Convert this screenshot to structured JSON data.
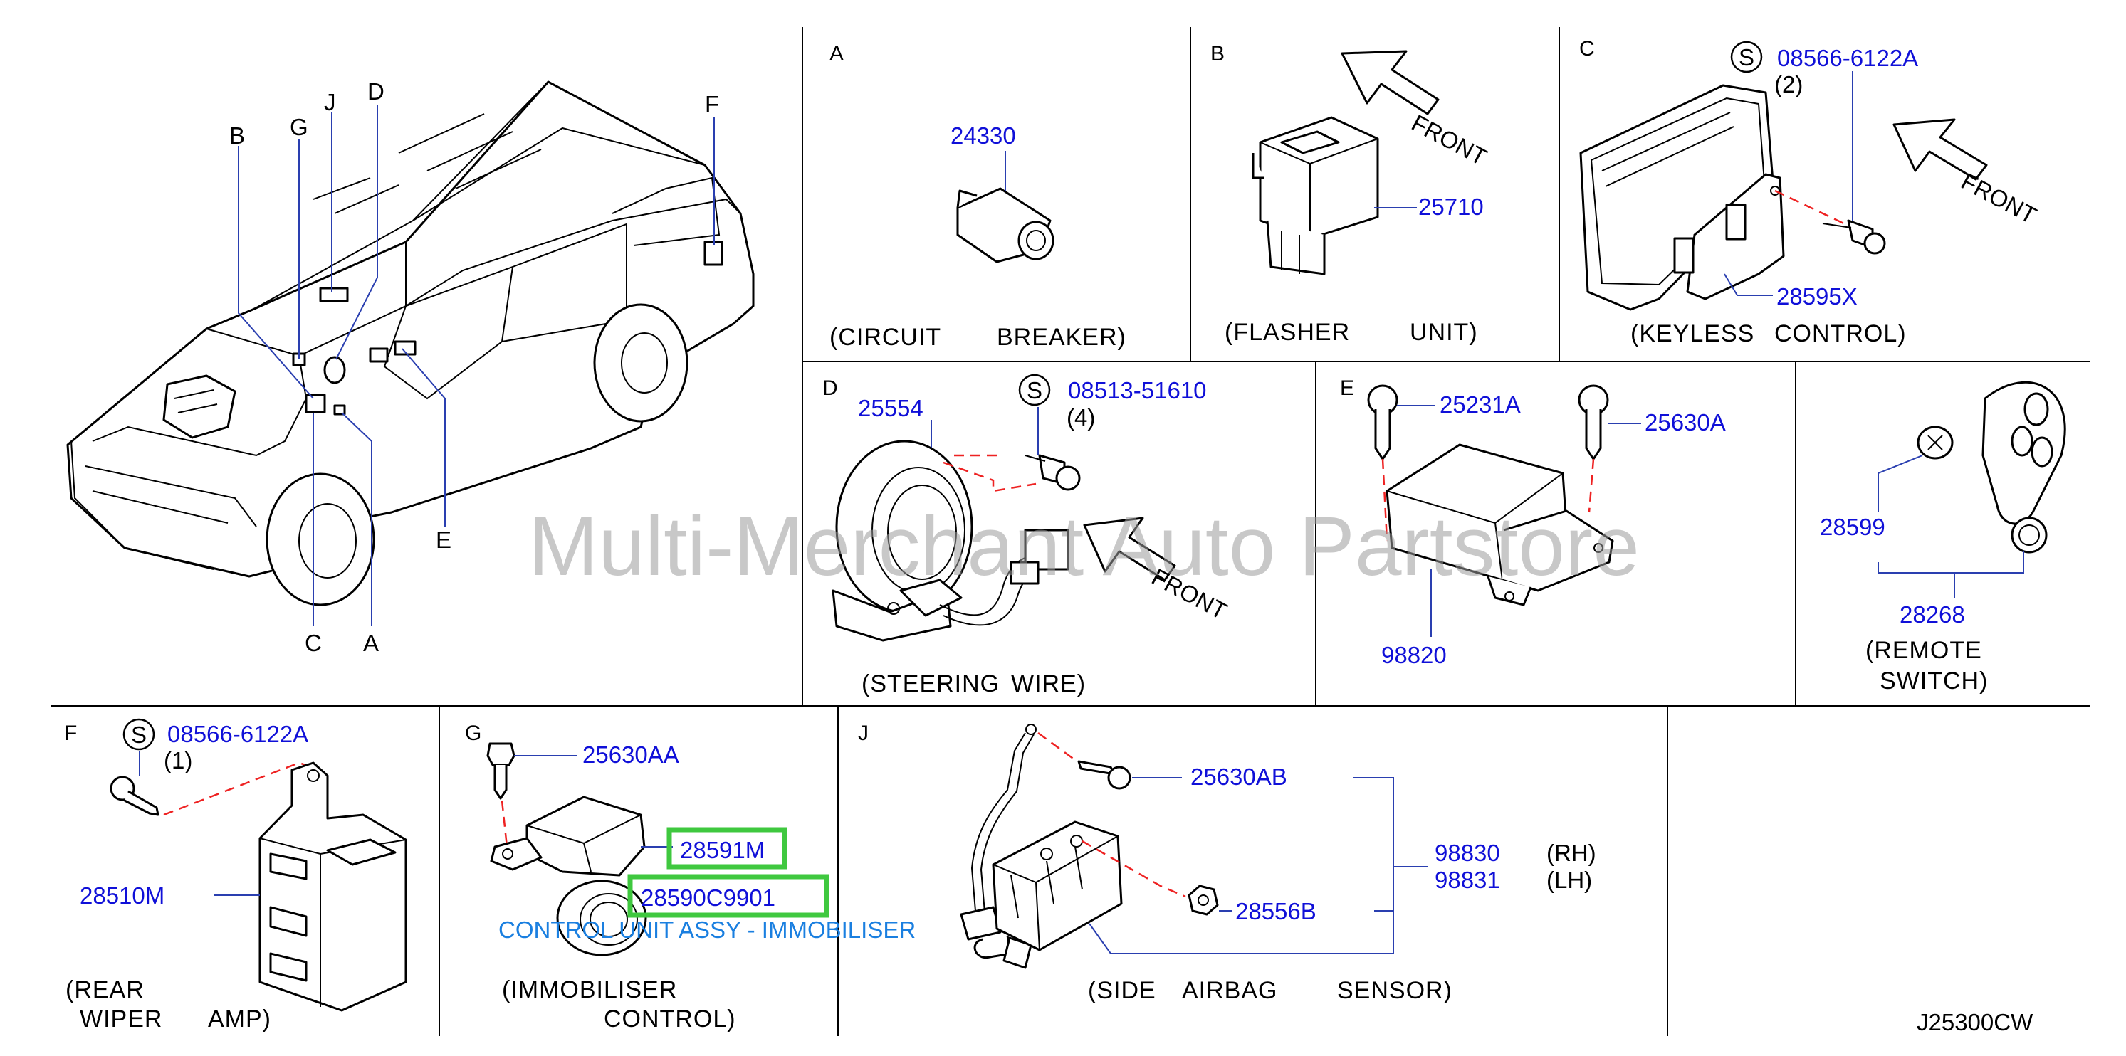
{
  "drawing_code": "J25300CW",
  "watermark": "Multi-Merchant Auto Partstore",
  "callout_note": "CONTROL UNIT ASSY - IMMOBILISER",
  "screw_symbol": "S",
  "vehicle_callouts": [
    "B",
    "G",
    "J",
    "D",
    "F",
    "C",
    "A",
    "E"
  ],
  "sections": {
    "A": {
      "letter": "A",
      "caption": [
        "(CIRCUIT",
        "BREAKER)"
      ],
      "parts": [
        "24330"
      ]
    },
    "B": {
      "letter": "B",
      "caption": [
        "(FLASHER",
        "UNIT)"
      ],
      "parts": [
        "25710"
      ],
      "front": "FRONT"
    },
    "C": {
      "letter": "C",
      "caption": [
        "(KEYLESS",
        "CONTROL)"
      ],
      "parts": [
        "08566-6122A",
        "(2)",
        "28595X"
      ],
      "front": "FRONT"
    },
    "D": {
      "letter": "D",
      "caption": [
        "(STEERING",
        "WIRE)"
      ],
      "parts": [
        "25554",
        "08513-51610",
        "(4)"
      ],
      "front": "FRONT"
    },
    "E": {
      "letter": "E",
      "parts": [
        "25231A",
        "25630A",
        "98820"
      ]
    },
    "R": {
      "caption": [
        "(REMOTE",
        "SWITCH)"
      ],
      "parts": [
        "28599",
        "28268"
      ]
    },
    "F": {
      "letter": "F",
      "caption": [
        "(REAR",
        "WIPER",
        "AMP)"
      ],
      "parts": [
        "08566-6122A",
        "(1)",
        "28510M"
      ]
    },
    "G": {
      "letter": "G",
      "caption": [
        "(IMMOBILISER",
        "CONTROL)"
      ],
      "parts": [
        "25630AA",
        "28591M",
        "28590C9901"
      ]
    },
    "J": {
      "letter": "J",
      "caption": [
        "(SIDE",
        "AIRBAG",
        "SENSOR)"
      ],
      "parts": [
        "25630AB",
        "28556B",
        "98830",
        "98831"
      ],
      "sides": [
        "(RH)",
        "(LH)"
      ]
    }
  }
}
